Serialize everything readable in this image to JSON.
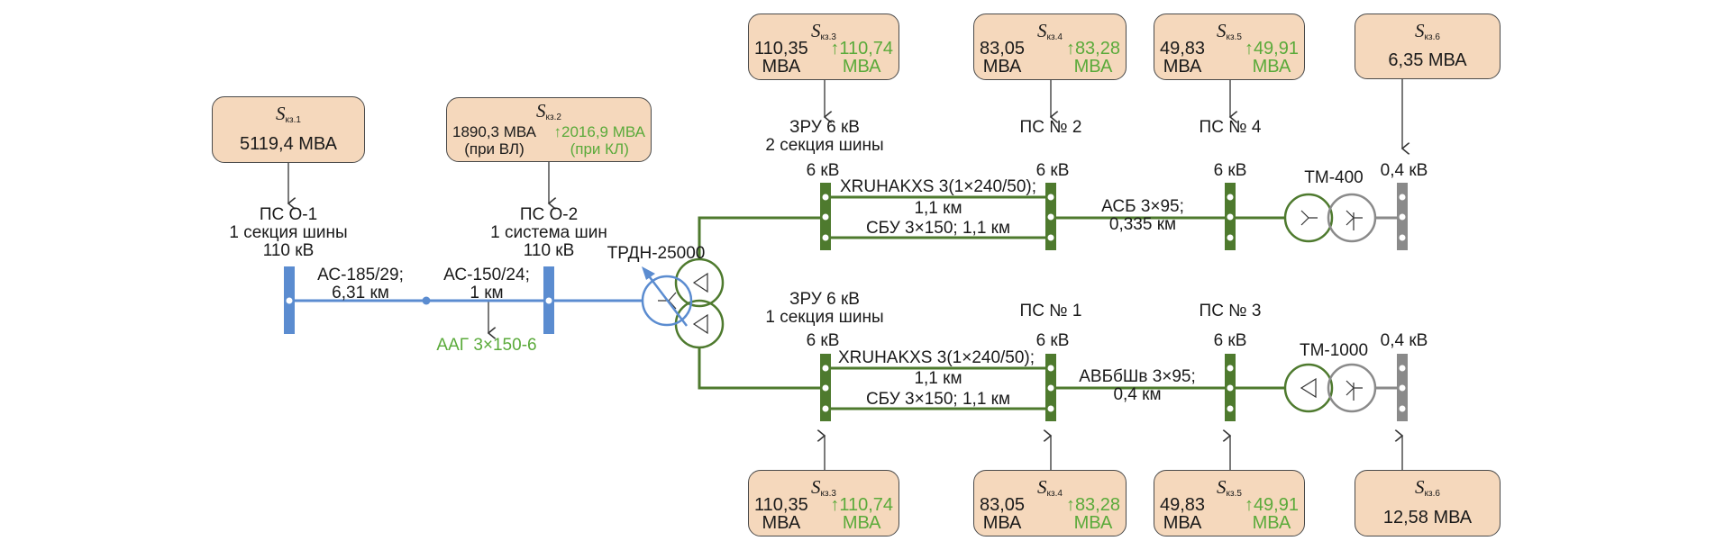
{
  "colors": {
    "hv_blue": "#5b8cd0",
    "mv_green": "#4e7a2e",
    "lv_gray": "#8a8a8a",
    "alt_value_green": "#5aaa3a",
    "box_fill": "#f5d8bc"
  },
  "boxes": {
    "s1": {
      "symbol": "S",
      "sub": "кз.1",
      "value": "5119,4 МВА"
    },
    "s2": {
      "symbol": "S",
      "sub": "кз.2",
      "value_line1": "1890,3 МВА",
      "value_line2": "(при ВЛ)",
      "alt_line1": "↑2016,9 МВА",
      "alt_line2": "(при КЛ)"
    },
    "s3_top": {
      "symbol": "S",
      "sub": "кз.3",
      "value_line1": "110,35",
      "value_line2": "МВА",
      "alt_line1": "↑110,74",
      "alt_line2": "МВА"
    },
    "s4_top": {
      "symbol": "S",
      "sub": "кз.4",
      "value_line1": "83,05",
      "value_line2": "МВА",
      "alt_line1": "↑83,28",
      "alt_line2": "МВА"
    },
    "s5_top": {
      "symbol": "S",
      "sub": "кз.5",
      "value_line1": "49,83",
      "value_line2": "МВА",
      "alt_line1": "↑49,91",
      "alt_line2": "МВА"
    },
    "s6_top": {
      "symbol": "S",
      "sub": "кз.6",
      "value": "6,35 МВА"
    },
    "s3_bot": {
      "symbol": "S",
      "sub": "кз.3",
      "value_line1": "110,35",
      "value_line2": "МВА",
      "alt_line1": "↑110,74",
      "alt_line2": "МВА"
    },
    "s4_bot": {
      "symbol": "S",
      "sub": "кз.4",
      "value_line1": "83,05",
      "value_line2": "МВА",
      "alt_line1": "↑83,28",
      "alt_line2": "МВА"
    },
    "s5_bot": {
      "symbol": "S",
      "sub": "кз.5",
      "value_line1": "49,83",
      "value_line2": "МВА",
      "alt_line1": "↑49,91",
      "alt_line2": "МВА"
    },
    "s6_bot": {
      "symbol": "S",
      "sub": "кз.6",
      "value": "12,58 МВА"
    }
  },
  "substations": {
    "ps_o1": [
      "ПС О-1",
      "1 секция шины",
      "110 кВ"
    ],
    "ps_o2": [
      "ПС О-2",
      "1 система шин",
      "110 кВ"
    ],
    "zru_2": [
      "ЗРУ 6 кВ",
      "2 секция шины"
    ],
    "zru_1": [
      "ЗРУ 6 кВ",
      "1 секция шины"
    ],
    "ps2": "ПС № 2",
    "ps4": "ПС № 4",
    "ps1": "ПС № 1",
    "ps3": "ПС № 3"
  },
  "voltage_labels": {
    "kv6": "6 кВ",
    "kv04": "0,4 кВ"
  },
  "lines": {
    "ac185": [
      "АС-185/29;",
      "6,31 км"
    ],
    "ac150": [
      "АС-150/24;",
      "1 км"
    ],
    "aag": "ААГ 3×150-6",
    "xruh_top": "XRUHAKXS 3(1×240/50);",
    "xruh_len": "1,1 км",
    "sbu": "СБУ 3×150; 1,1 км",
    "asb": [
      "АСБ 3×95;",
      "0,335 км"
    ],
    "avb": [
      "АВБбШв 3×95;",
      "0,4 км"
    ]
  },
  "transformers": {
    "main": "ТРДН-25000",
    "tm400": "ТМ-400",
    "tm1000": "ТМ-1000"
  }
}
